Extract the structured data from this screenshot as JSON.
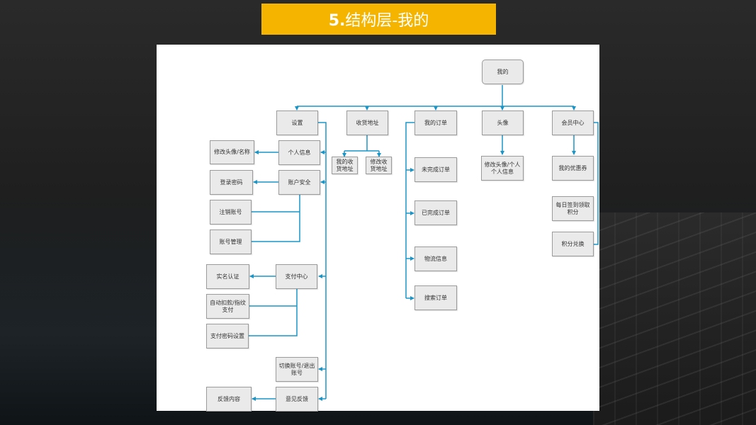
{
  "slide": {
    "title_number": "5.",
    "title_text": "结构层-我的",
    "accent_color": "#f4b400",
    "connector_color": "#1a95c8"
  },
  "diagram": {
    "root": "我的",
    "settings": {
      "label": "设置",
      "personal_info": "个人信息",
      "edit_avatar_name": "修改头像/名称",
      "account_security": "账户安全",
      "login_password": "登录密码",
      "cancel_account": "注销账号",
      "account_management": "账号管理",
      "payment_center": "支付中心",
      "real_name": "实名认证",
      "auto_deduct": "自动扣款/指纹支付",
      "payment_password": "支付密码设置",
      "switch_account": "切换账号/退出账号",
      "feedback": "意见反馈",
      "feedback_content": "反馈内容"
    },
    "address": {
      "label": "收货地址",
      "my_address": "我的收货地址",
      "edit_address": "修改收货地址"
    },
    "orders": {
      "label": "我的订单",
      "unfinished": "未完成订单",
      "finished": "已完成订单",
      "logistics": "物流信息",
      "search": "搜索订单"
    },
    "avatar": {
      "label": "头像",
      "edit": "修改头像/个人个人信息"
    },
    "member": {
      "label": "会员中心",
      "coupons": "我的优惠券",
      "daily_signin": "每日签到领取积分",
      "points_redeem": "积分兑换"
    }
  }
}
